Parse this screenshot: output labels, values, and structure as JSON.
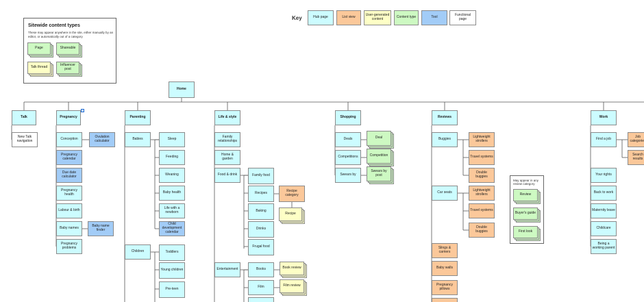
{
  "key": {
    "title": "Key",
    "items": [
      {
        "label": "Hub page",
        "type": "hub"
      },
      {
        "label": "List view",
        "type": "list"
      },
      {
        "label": "User-generated content",
        "type": "ugc"
      },
      {
        "label": "Content type",
        "type": "ct"
      },
      {
        "label": "Tool",
        "type": "tool"
      },
      {
        "label": "Functional page",
        "type": "func"
      }
    ]
  },
  "sitewide": {
    "title": "Sitewide content types",
    "description": "These may appear anywhere in the site, either manually by an editor, or automatically out of a category",
    "items": [
      {
        "label": "Page",
        "type": "ct"
      },
      {
        "label": "Shareable",
        "type": "ct"
      },
      {
        "label": "Talk thread",
        "type": "ugc"
      },
      {
        "label": "Influencer post",
        "type": "ct"
      }
    ]
  },
  "home": {
    "label": "Home"
  },
  "talk": {
    "label": "Talk",
    "children": [
      "New Talk navigation"
    ]
  },
  "pregnancy": {
    "label": "Pregnancy",
    "children": [
      {
        "label": "Conception",
        "type": "hub"
      },
      {
        "label": "Pregnancy calendar",
        "type": "tool"
      },
      {
        "label": "Due date calculator",
        "type": "tool"
      },
      {
        "label": "Pregnancy health",
        "type": "hub"
      },
      {
        "label": "Labour & birth",
        "type": "hub"
      },
      {
        "label": "Baby names",
        "type": "hub"
      },
      {
        "label": "Pregnancy problems",
        "type": "hub"
      }
    ],
    "ovulation": "Ovulation calculator",
    "baby_name_finder": "Baby name finder"
  },
  "parenting": {
    "label": "Parenting",
    "babies": "Babies",
    "children": "Children",
    "baby_items": [
      {
        "label": "Sleep",
        "type": "hub"
      },
      {
        "label": "Feeding",
        "type": "hub"
      },
      {
        "label": "Weaning",
        "type": "hub"
      },
      {
        "label": "Baby health",
        "type": "hub"
      },
      {
        "label": "Life with a newborn",
        "type": "hub"
      },
      {
        "label": "Child development calendar",
        "type": "tool"
      }
    ],
    "child_items": [
      "Toddlers",
      "Young children",
      "Pre-teen"
    ]
  },
  "lifestyle": {
    "label": "Life & style",
    "items": [
      "Family relationships",
      "Home & garden",
      "Food & drink",
      "Entertainment"
    ],
    "food": [
      "Family food",
      "Recipes",
      "Baking",
      "Drinks",
      "Frugal food"
    ],
    "recipe_category": "Recipe category",
    "recipe": "Recipe",
    "ent": [
      "Books",
      "Film"
    ],
    "book_review": "Book review",
    "film_review": "Film review"
  },
  "shopping": {
    "label": "Shopping",
    "items": [
      "Deals",
      "Competitions",
      "Swears by"
    ],
    "types": [
      "Deal",
      "Competition",
      "Swears by post"
    ]
  },
  "reviews": {
    "label": "Reviews",
    "buggies": "Buggies",
    "car_seats": "Car seats",
    "buggy_items": [
      "Lightweight strollers",
      "Travel systems",
      "Double buggies"
    ],
    "car_items": [
      "Lightweight strollers",
      "Travel systems",
      "Double buggies"
    ],
    "more": [
      "Slings & carriers",
      "Baby walls",
      "Pregnancy pillows"
    ],
    "note": "May appear in any review category",
    "note_items": [
      "Review",
      "Buyer's guide",
      "First look"
    ]
  },
  "work": {
    "label": "Work",
    "items": [
      "Find a job",
      "Your rights",
      "Back to work",
      "Maternity leave",
      "Childcare",
      "Being a working parent"
    ],
    "job_sub": [
      "Job categories",
      "Search results"
    ]
  }
}
